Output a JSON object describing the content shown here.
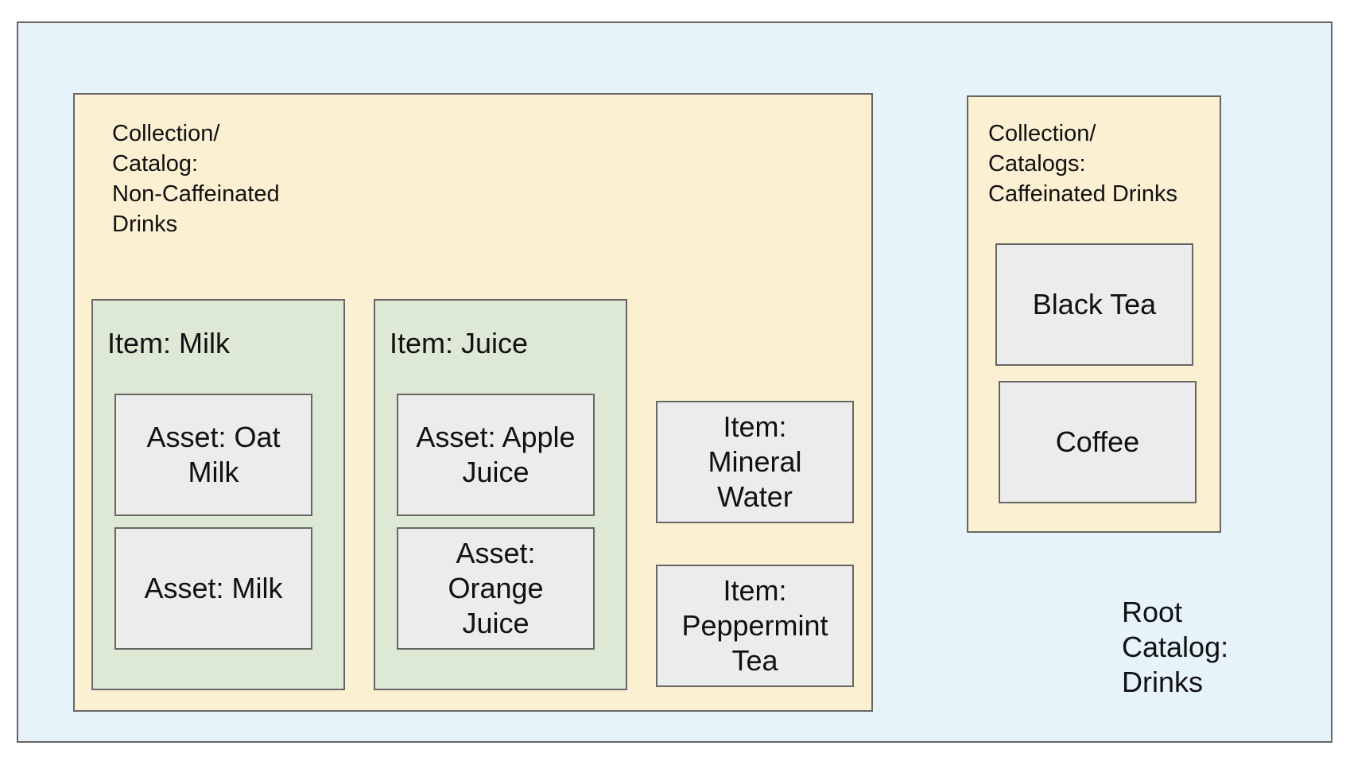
{
  "root": {
    "label": "Root\nCatalog:\n        Drinks"
  },
  "non_caffeinated": {
    "label": "Collection/\nCatalog:\nNon-Caffeinated\nDrinks",
    "milk_item": {
      "label": "Item: Milk",
      "assets": [
        "Asset: Oat\nMilk",
        "Asset: Milk"
      ]
    },
    "juice_item": {
      "label": "Item: Juice",
      "assets": [
        "Asset: Apple\nJuice",
        "Asset:\nOrange\nJuice"
      ]
    },
    "standalone_items": [
      "Item:\nMineral\nWater",
      "Item:\nPeppermint\nTea"
    ]
  },
  "caffeinated": {
    "label": "Collection/\nCatalogs:\nCaffeinated Drinks",
    "items": [
      "Black Tea",
      "Coffee"
    ]
  },
  "colors": {
    "root_bg": "#e6f3fa",
    "collection_bg": "#fbf0d2",
    "item_bg": "#dde8d5",
    "asset_bg": "#ececec",
    "border": "#666666"
  }
}
